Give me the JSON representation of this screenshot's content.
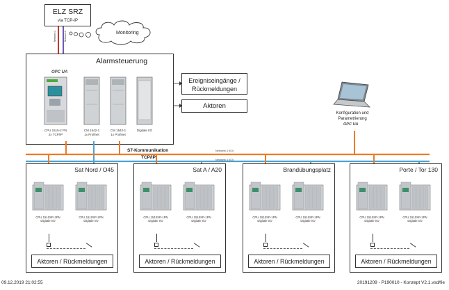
{
  "elz": {
    "title": "ELZ SRZ",
    "subtitle": "via TCP-IP"
  },
  "monitoring": "Monitoring",
  "alarm": {
    "title": "Alarmsteuerung"
  },
  "opcua_logo": "OPC UA",
  "modules": [
    {
      "line1": "CPU 1515-2 PN",
      "line2": "2x TCP/IP"
    },
    {
      "line1": "CM 1542-1",
      "line2": "1x Profinet"
    },
    {
      "line1": "CM 1542-1",
      "line2": "1x Profinet"
    },
    {
      "line1": "Digitale I/O",
      "line2": ""
    }
  ],
  "ereignis": {
    "line1": "Ereigniseingänge /",
    "line2": "Rückmeldungen"
  },
  "aktoren": "Aktoren",
  "laptop": {
    "line1": "Konfiguration und",
    "line2": "Parametrierung"
  },
  "networks": {
    "s7_label": "S7-Kommunikation",
    "tcp_label": "TCP/IP",
    "net3": "Netzwerk 3 (I/O)",
    "net4": "Netzwerk 4 (I/O)",
    "net1": "Netzwerk 1",
    "net2": "Netzwerk 2"
  },
  "stations": [
    {
      "title": "Sat Nord / O45",
      "cpu_line1": "CPU 1510SP-1PN",
      "cpu_line2": "Digitale I/O",
      "actuators": "Aktoren / Rückmeldungen"
    },
    {
      "title": "Sat A / A20",
      "cpu_line1": "CPU 1510SP-1PN",
      "cpu_line2": "Digitale I/O",
      "actuators": "Aktoren / Rückmeldungen"
    },
    {
      "title": "Brandübungsplatz",
      "cpu_line1": "CPU 1510SP-1PN",
      "cpu_line2": "Digitale I/O",
      "actuators": "Aktoren / Rückmeldungen"
    },
    {
      "title": "Porte / Tor 130",
      "cpu_line1": "CPU 1510SP-1PN",
      "cpu_line2": "Digitale I/O",
      "actuators": "Aktoren / Rückmeldungen"
    }
  ],
  "footer": {
    "date": "09.12.2019 21:02:55",
    "doc": "20191209 - P190010 - Konzept V2.1.vsd/fie"
  },
  "colors": {
    "orange": "#ee7a23",
    "blue": "#4ba3d0",
    "purple": "#6b5bb5",
    "red": "#c0392b"
  }
}
